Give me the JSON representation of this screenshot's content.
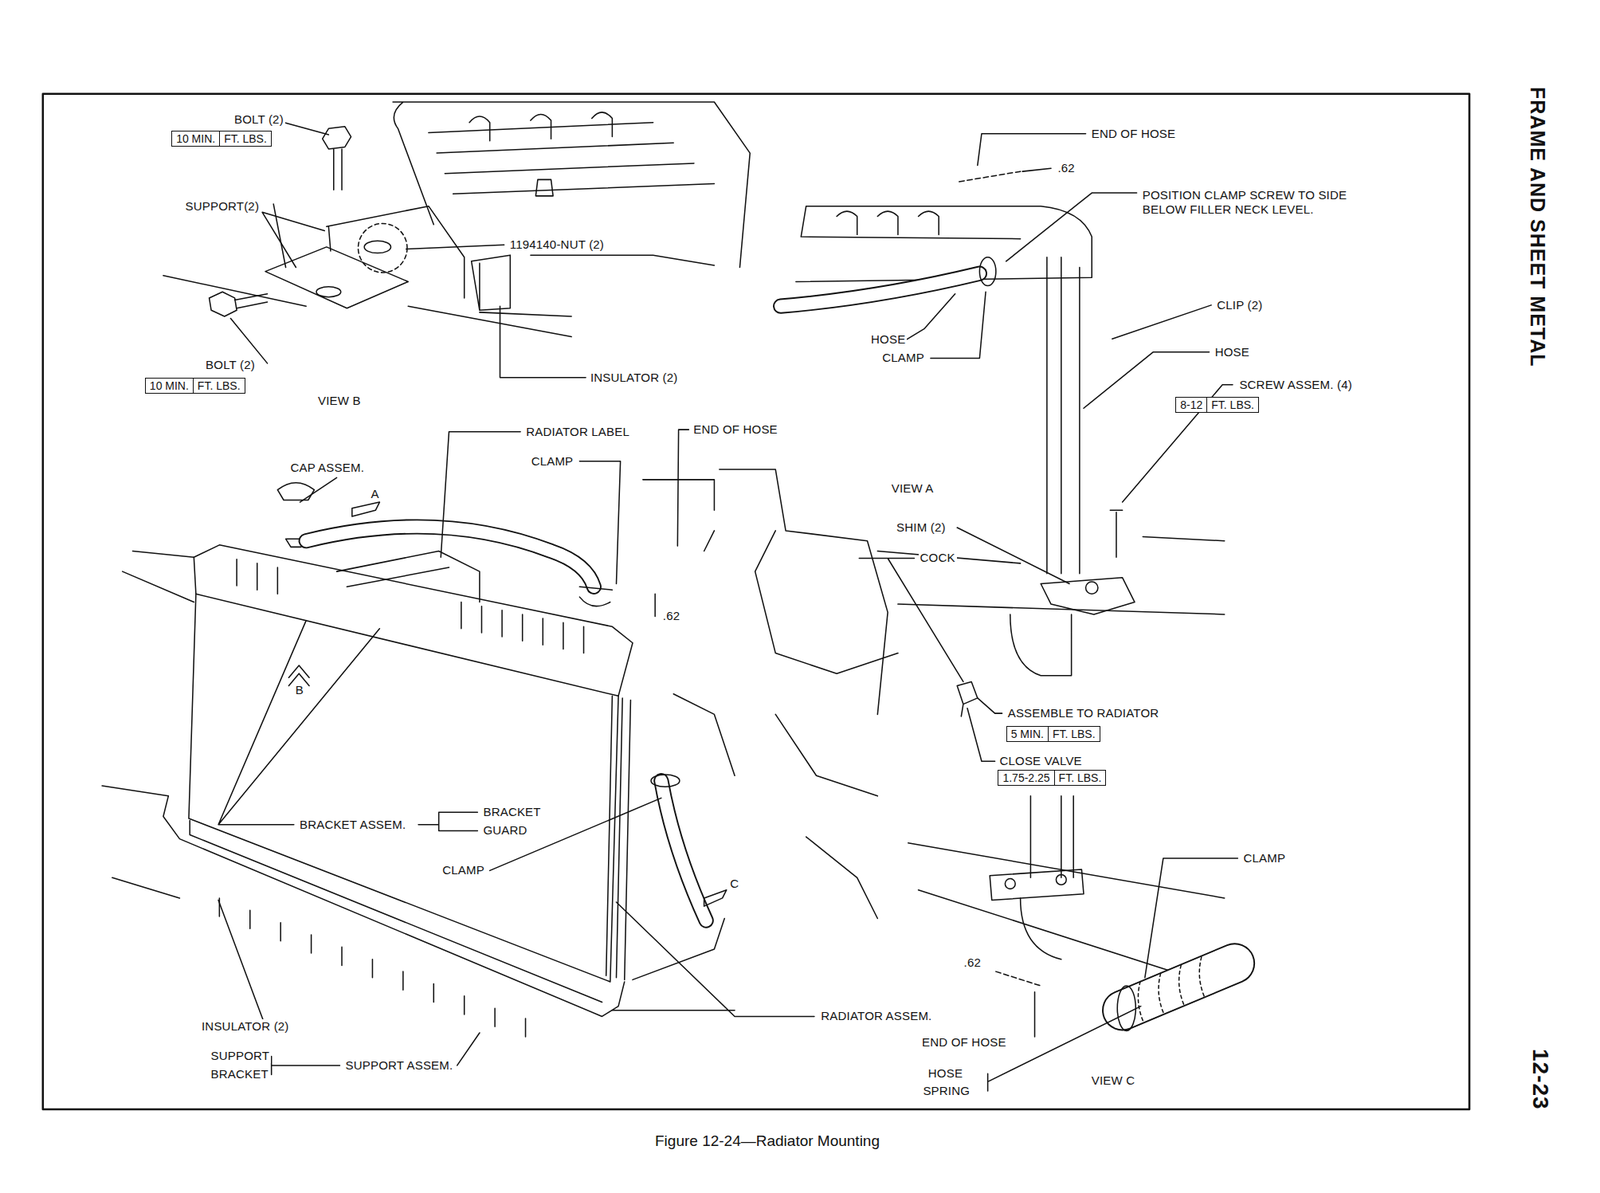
{
  "diagram": {
    "caption": "Figure 12-24—Radiator Mounting",
    "nodes": [
      {
        "text": [
          "10 MIN.",
          "FT. LBS."
        ]
      },
      {
        "text": [
          "10 MIN.",
          "FT. LBS."
        ]
      },
      {
        "text": [
          "8-12",
          "FT. LBS."
        ]
      },
      {
        "text": [
          "5 MIN.",
          "FT. LBS."
        ]
      },
      {
        "text": [
          "1.75-2.25",
          "FT. LBS."
        ]
      }
    ],
    "labels": [
      "FRAME AND SHEET METAL",
      "12-23",
      "BOLT (2)",
      "SUPPORT(2)",
      "1194140-NUT (2)",
      "BOLT (2)",
      "INSULATOR (2)",
      "VIEW B",
      "RADIATOR LABEL",
      "END OF HOSE",
      "CLAMP",
      "CAP ASSEM.",
      "A",
      "B",
      ".62",
      "BRACKET ASSEM.",
      "BRACKET",
      "GUARD",
      "CLAMP",
      "C",
      "INSULATOR (2)",
      "SUPPORT",
      "BRACKET",
      "SUPPORT ASSEM.",
      "RADIATOR ASSEM.",
      "END OF HOSE",
      ".62",
      "POSITION CLAMP SCREW TO SIDE BELOW FILLER NECK LEVEL.",
      "CLIP (2)",
      "HOSE",
      "CLAMP",
      "HOSE",
      "SCREW ASSEM. (4)",
      "VIEW A",
      "SHIM (2)",
      "COCK",
      "ASSEMBLE TO RADIATOR",
      "CLOSE VALVE",
      "CLAMP",
      ".62",
      "END OF HOSE",
      "HOSE",
      "SPRING",
      "VIEW C"
    ]
  }
}
